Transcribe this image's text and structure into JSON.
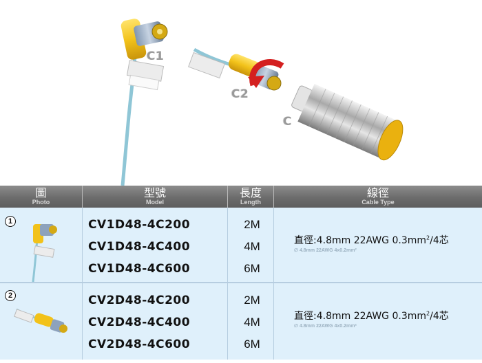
{
  "hero": {
    "labels": {
      "c1": "C1",
      "c2": "C2",
      "c": "C"
    }
  },
  "table": {
    "headers": {
      "photo": {
        "zh": "圖",
        "en": "Photo"
      },
      "model": {
        "zh": "型號",
        "en": "Model"
      },
      "length": {
        "zh": "長度",
        "en": "Length"
      },
      "cable": {
        "zh": "線徑",
        "en": "Cable Type"
      }
    },
    "rows": [
      {
        "number": "1",
        "models": [
          "CV1D48-4C200",
          "CV1D48-4C400",
          "CV1D48-4C600"
        ],
        "lengths": [
          "2M",
          "4M",
          "6M"
        ],
        "spec_main": "直徑:4.8mm  22AWG  0.3mm",
        "spec_sup": "2",
        "spec_tail": "/4芯",
        "spec_small": "∅ 4.8mm 22AWG 4x0.2mm²"
      },
      {
        "number": "2",
        "models": [
          "CV2D48-4C200",
          "CV2D48-4C400",
          "CV2D48-4C600"
        ],
        "lengths": [
          "2M",
          "4M",
          "6M"
        ],
        "spec_main": "直徑:4.8mm  22AWG  0.3mm",
        "spec_sup": "2",
        "spec_tail": "/4芯",
        "spec_small": "∅ 4.8mm 22AWG 4x0.2mm²"
      }
    ]
  },
  "colors": {
    "connector_yellow": "#f2c21a",
    "cable_blue": "#8fc6d6",
    "cell_bg": "#dff0fb",
    "header_gray": "#6f6f6f",
    "arrow_red": "#d42020"
  }
}
